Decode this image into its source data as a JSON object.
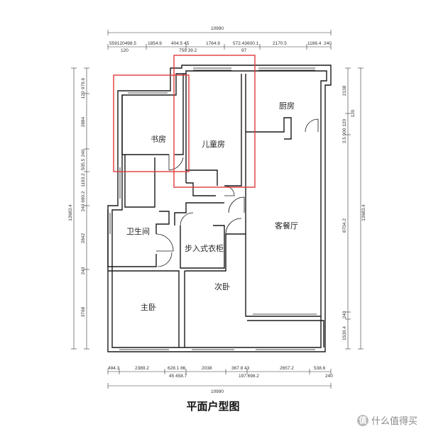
{
  "title": "平面户型图",
  "watermark": {
    "logo_glyph": "值",
    "text": "什么值得买"
  },
  "rooms": {
    "study": "书房",
    "kids_room": "儿童房",
    "kitchen": "厨房",
    "bathroom": "卫生间",
    "walk_in_closet": "步入式衣柜",
    "living_dining": "客餐厅",
    "master_bedroom": "主卧",
    "second_bedroom": "次卧"
  },
  "dimensions": {
    "top_total": "10990",
    "top_segments": [
      "559120498.5",
      "1854.9",
      "404.5 45",
      "1764.9",
      "572.43",
      "600.1",
      "2170.5",
      "1166.4",
      "240"
    ],
    "top_sub": [
      "120",
      "759.39.2",
      "97"
    ],
    "bottom_segments": [
      "494.3",
      "2389.2",
      "628.1 86",
      "2038",
      "367.8 43",
      "2657.2",
      "538.6"
    ],
    "bottom_sub": [
      "45 458.7",
      "197.698.2",
      "240"
    ],
    "bottom_total": "10990",
    "left_segments": [
      "979.6",
      "120",
      "2884",
      "240",
      "505.5",
      "1193.2",
      "240 690.2",
      "2842",
      "240",
      "3768"
    ],
    "left_total": "13683.4",
    "right_segments": [
      "2138",
      "120",
      "3.5 900 120",
      "8704.2",
      "240",
      "1530.4"
    ],
    "right_total": "13683.4"
  },
  "highlight_color": "#e03a3a",
  "wall_color": "#1a1a1a"
}
